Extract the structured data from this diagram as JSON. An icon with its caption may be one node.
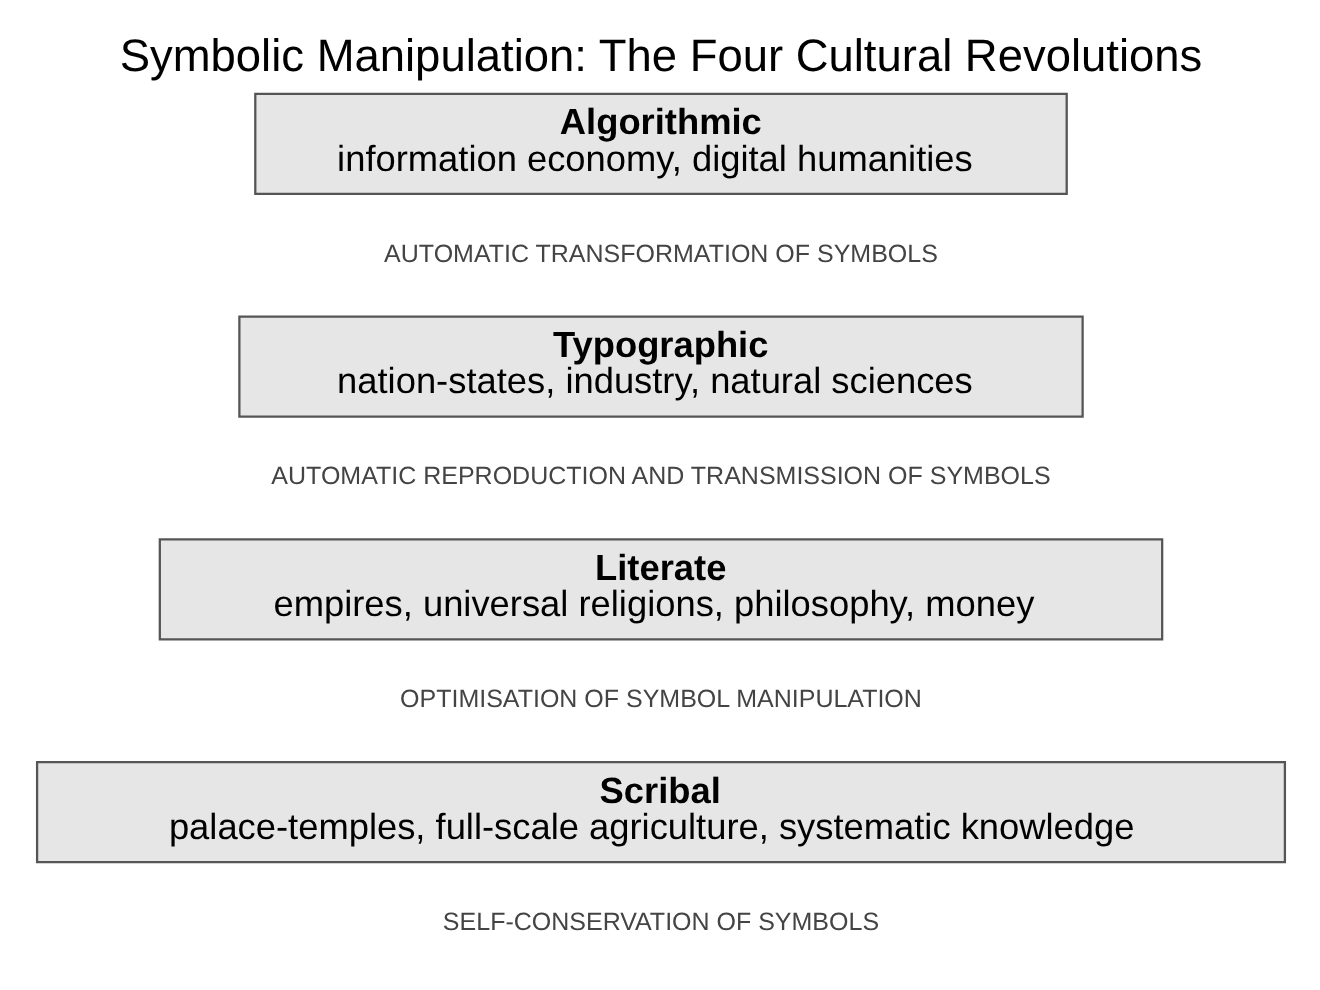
{
  "diagram": {
    "title": "Symbolic Manipulation: The Four Cultural Revolutions",
    "nodes": [
      {
        "text": [
          "Algorithmic",
          "information economy, digital humanities"
        ],
        "beside": [
          "AUTOMATIC TRANSFORMATION OF SYMBOLS"
        ]
      },
      {
        "text": [
          "Typographic",
          "nation-states, industry, natural sciences"
        ],
        "beside": [
          "AUTOMATIC REPRODUCTION AND TRANSMISSION OF SYMBOLS"
        ]
      },
      {
        "text": [
          "Literate",
          "empires, universal religions, philosophy, money"
        ],
        "beside": [
          "OPTIMISATION OF SYMBOL MANIPULATION"
        ]
      },
      {
        "text": [
          "Scribal",
          "palace-temples, full-scale agriculture, systematic knowledge"
        ],
        "beside": [
          "SELF-CONSERVATION OF SYMBOLS"
        ]
      }
    ]
  }
}
